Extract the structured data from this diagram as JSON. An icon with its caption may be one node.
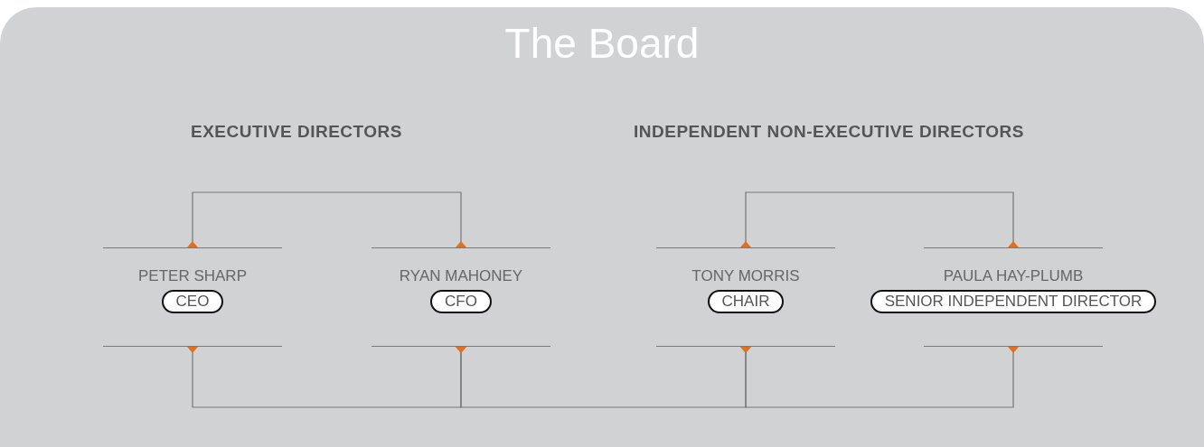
{
  "diagram": {
    "title": "The Board",
    "nodes": [
      {
        "text": [
          "PETER SHARP",
          "CEO"
        ]
      },
      {
        "text": [
          "RYAN MAHONEY",
          "CFO"
        ]
      },
      {
        "text": [
          "TONY MORRIS",
          "CHAIR"
        ]
      },
      {
        "text": [
          "PAULA HAY-PLUMB",
          "SENIOR INDEPENDENT DIRECTOR"
        ]
      }
    ],
    "edges": [
      {
        "from": 0,
        "to": 1,
        "arrow": "other"
      },
      {
        "from": 2,
        "to": 3,
        "arrow": "other"
      },
      {
        "from": 0,
        "to": 1,
        "arrow": "other"
      },
      {
        "from": 1,
        "to": 2,
        "arrow": "other"
      },
      {
        "from": 2,
        "to": 3,
        "arrow": "other"
      }
    ],
    "labels": [
      "EXECUTIVE DIRECTORS",
      "INDEPENDENT NON-EXECUTIVE DIRECTORS"
    ]
  }
}
